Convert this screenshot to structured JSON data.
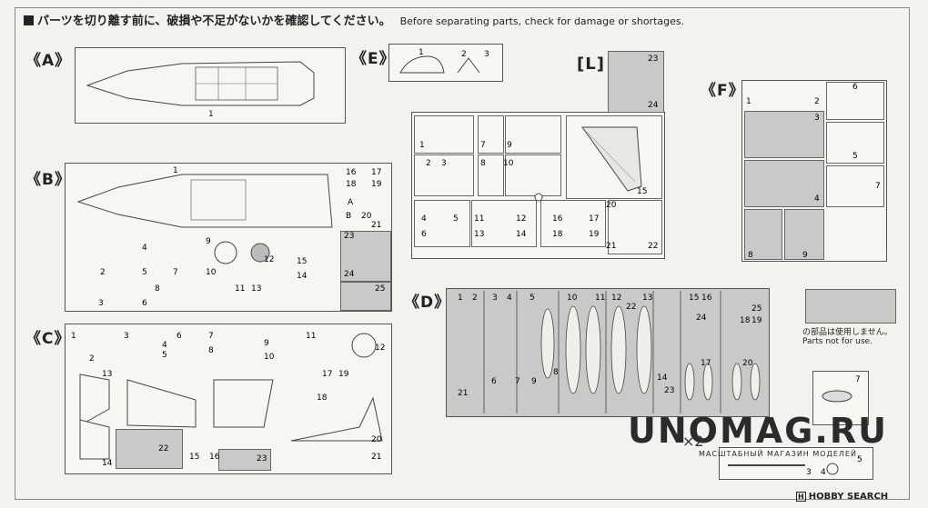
{
  "header": {
    "jp": "パーツを切り離す前に、破損や不足がないかを確認してください。",
    "en": "Before separating parts, check for damage or shortages."
  },
  "sprues": {
    "A": "《A》",
    "B": "《B》",
    "C": "《C》",
    "D": "《D》",
    "E": "《E》",
    "F": "《F》",
    "L": "[L]"
  },
  "note": {
    "jp": "の部品は使用しません。",
    "en": "Parts not for use."
  },
  "watermark": {
    "main": "UNOMAG.RU",
    "sub": "МАСШТАБНЫЙ МАГАЗИН МОДЕЛЕЙ",
    "multiplier": "×2"
  },
  "footer": "HOBBY SEARCH"
}
